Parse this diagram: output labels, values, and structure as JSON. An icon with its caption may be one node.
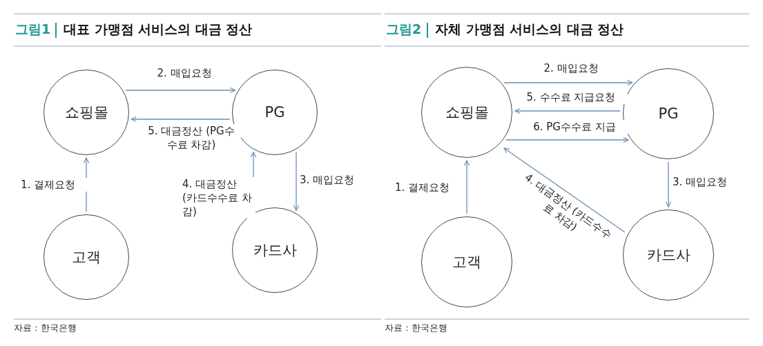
{
  "diagram": {
    "nodes": [
      {
        "text": [
          "쇼핑몰"
        ]
      },
      {
        "text": [
          "PG"
        ]
      },
      {
        "text": [
          "고객"
        ]
      },
      {
        "text": [
          "카드사"
        ]
      },
      {
        "text": [
          "쇼핑몰"
        ]
      },
      {
        "text": [
          "PG"
        ]
      },
      {
        "text": [
          "고객"
        ]
      },
      {
        "text": [
          "카드사"
        ]
      }
    ],
    "edges": [
      {
        "from": 2,
        "to": 0,
        "arrow": "to",
        "label": "1. 결제요청"
      },
      {
        "from": 0,
        "to": 1,
        "arrow": "to",
        "label": "2. 매입요청"
      },
      {
        "from": 1,
        "to": 3,
        "arrow": "to",
        "label": "3. 매입요청"
      },
      {
        "from": 3,
        "to": 1,
        "arrow": "to",
        "label": "4. 대금정산 (카드수수료 차감)"
      },
      {
        "from": 1,
        "to": 0,
        "arrow": "to",
        "label": "5. 대금정산 (PG수수료 차감)"
      },
      {
        "from": 6,
        "to": 4,
        "arrow": "to",
        "label": "1. 결제요청"
      },
      {
        "from": 4,
        "to": 5,
        "arrow": "to",
        "label": "2. 매입요청"
      },
      {
        "from": 5,
        "to": 7,
        "arrow": "to",
        "label": "3. 매입요청"
      },
      {
        "from": 7,
        "to": 4,
        "arrow": "to",
        "label": "4. 대금정산 (카드수수료 차감)"
      },
      {
        "from": 5,
        "to": 4,
        "arrow": "to",
        "label": "5. 수수료 지급요청"
      },
      {
        "from": 4,
        "to": 5,
        "arrow": "to",
        "label": "6. PG수수료 지급"
      }
    ],
    "labels": [
      "그림1",
      "대표 가맹점 서비스의 대금 정산",
      "그림2",
      "자체 가맹점 서비스의 대금 정산",
      "자료 : 한국은행",
      "자료 : 한국은행"
    ]
  }
}
